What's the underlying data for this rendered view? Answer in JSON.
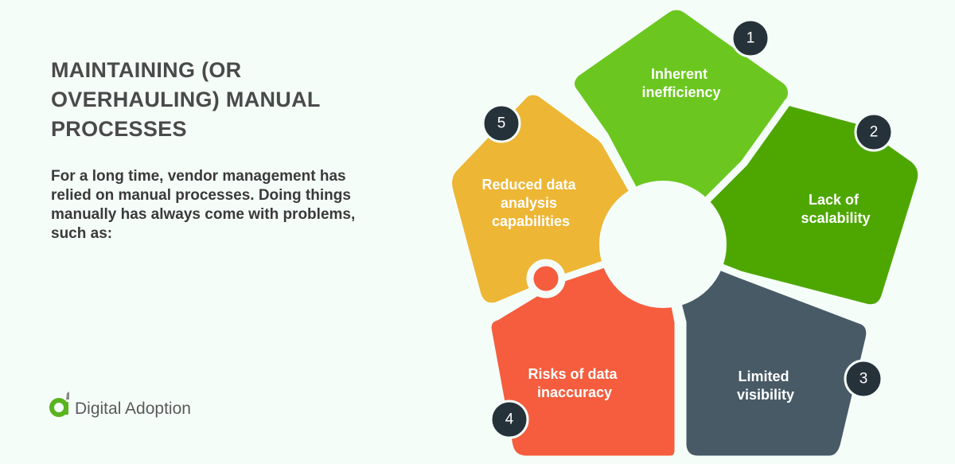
{
  "header": {
    "title": "MAINTAINING (OR OVERHAULING) MANUAL PROCESSES"
  },
  "intro": {
    "text": "For a long time, vendor management has relied on manual processes. Doing things manually has always come with problems, such as:"
  },
  "logo": {
    "text": "Digital Adoption",
    "icon": "digital-adoption-logo-icon",
    "color": "#5ab31f"
  },
  "colors": {
    "background": "#f5fdf9",
    "badge": "#26323a",
    "heading": "#4a4a4a"
  },
  "puzzle": {
    "pieces": [
      {
        "number": "1",
        "label_line1": "Inherent",
        "label_line2": "inefficiency",
        "color": "#6bc71f"
      },
      {
        "number": "2",
        "label_line1": "Lack of",
        "label_line2": "scalability",
        "color": "#4ea700"
      },
      {
        "number": "3",
        "label_line1": "Limited",
        "label_line2": "visibility",
        "color": "#485a66"
      },
      {
        "number": "4",
        "label_line1": "Risks of data",
        "label_line2": "inaccuracy",
        "color": "#f55d3e"
      },
      {
        "number": "5",
        "label_line1": "Reduced data",
        "label_line2": "analysis",
        "label_line3": "capabilities",
        "color": "#edb634"
      }
    ]
  }
}
